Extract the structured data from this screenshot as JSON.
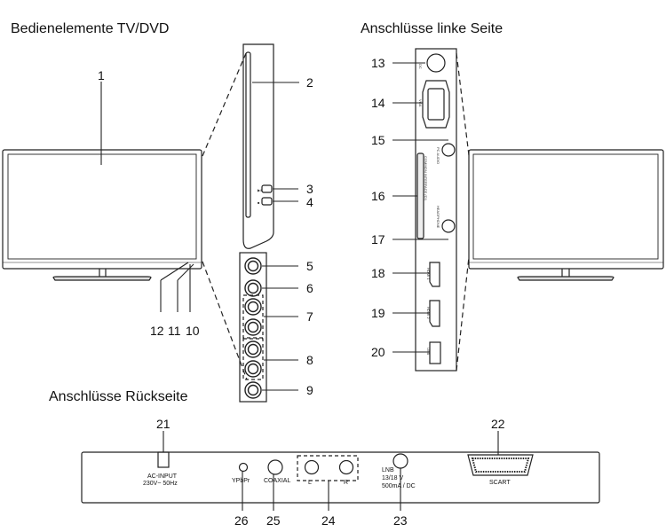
{
  "headings": {
    "controls": "Bedienelemente TV/DVD",
    "left_side": "Anschlüsse linke Seite",
    "rear": "Anschlüsse Rückseite"
  },
  "callouts": [
    "1",
    "2",
    "3",
    "4",
    "5",
    "6",
    "7",
    "8",
    "9",
    "10",
    "11",
    "12",
    "13",
    "14",
    "15",
    "16",
    "17",
    "18",
    "19",
    "20",
    "21",
    "22",
    "23",
    "24",
    "25",
    "26"
  ],
  "side_labels": {
    "pc_audio": "PC AUDIO",
    "common_interface": "COMMON INTERFACE (CI)",
    "headphone": "HEADPHONE",
    "hdmi1": "HDMI 1",
    "hdmi2": "HDMI 2",
    "usb": "USB",
    "vga": "VGA",
    "dc": "DC"
  },
  "rear_labels": {
    "ac_input": "AC-INPUT",
    "ac_voltage": "230V~ 50Hz",
    "ypbpr": "YPbPr",
    "coaxial": "COAXIAL",
    "audio_l": "L",
    "audio_r": "R",
    "lnb": "LNB",
    "lnb_voltage": "13/18 V",
    "lnb_current": "500mA / DC",
    "scart": "SCART"
  }
}
